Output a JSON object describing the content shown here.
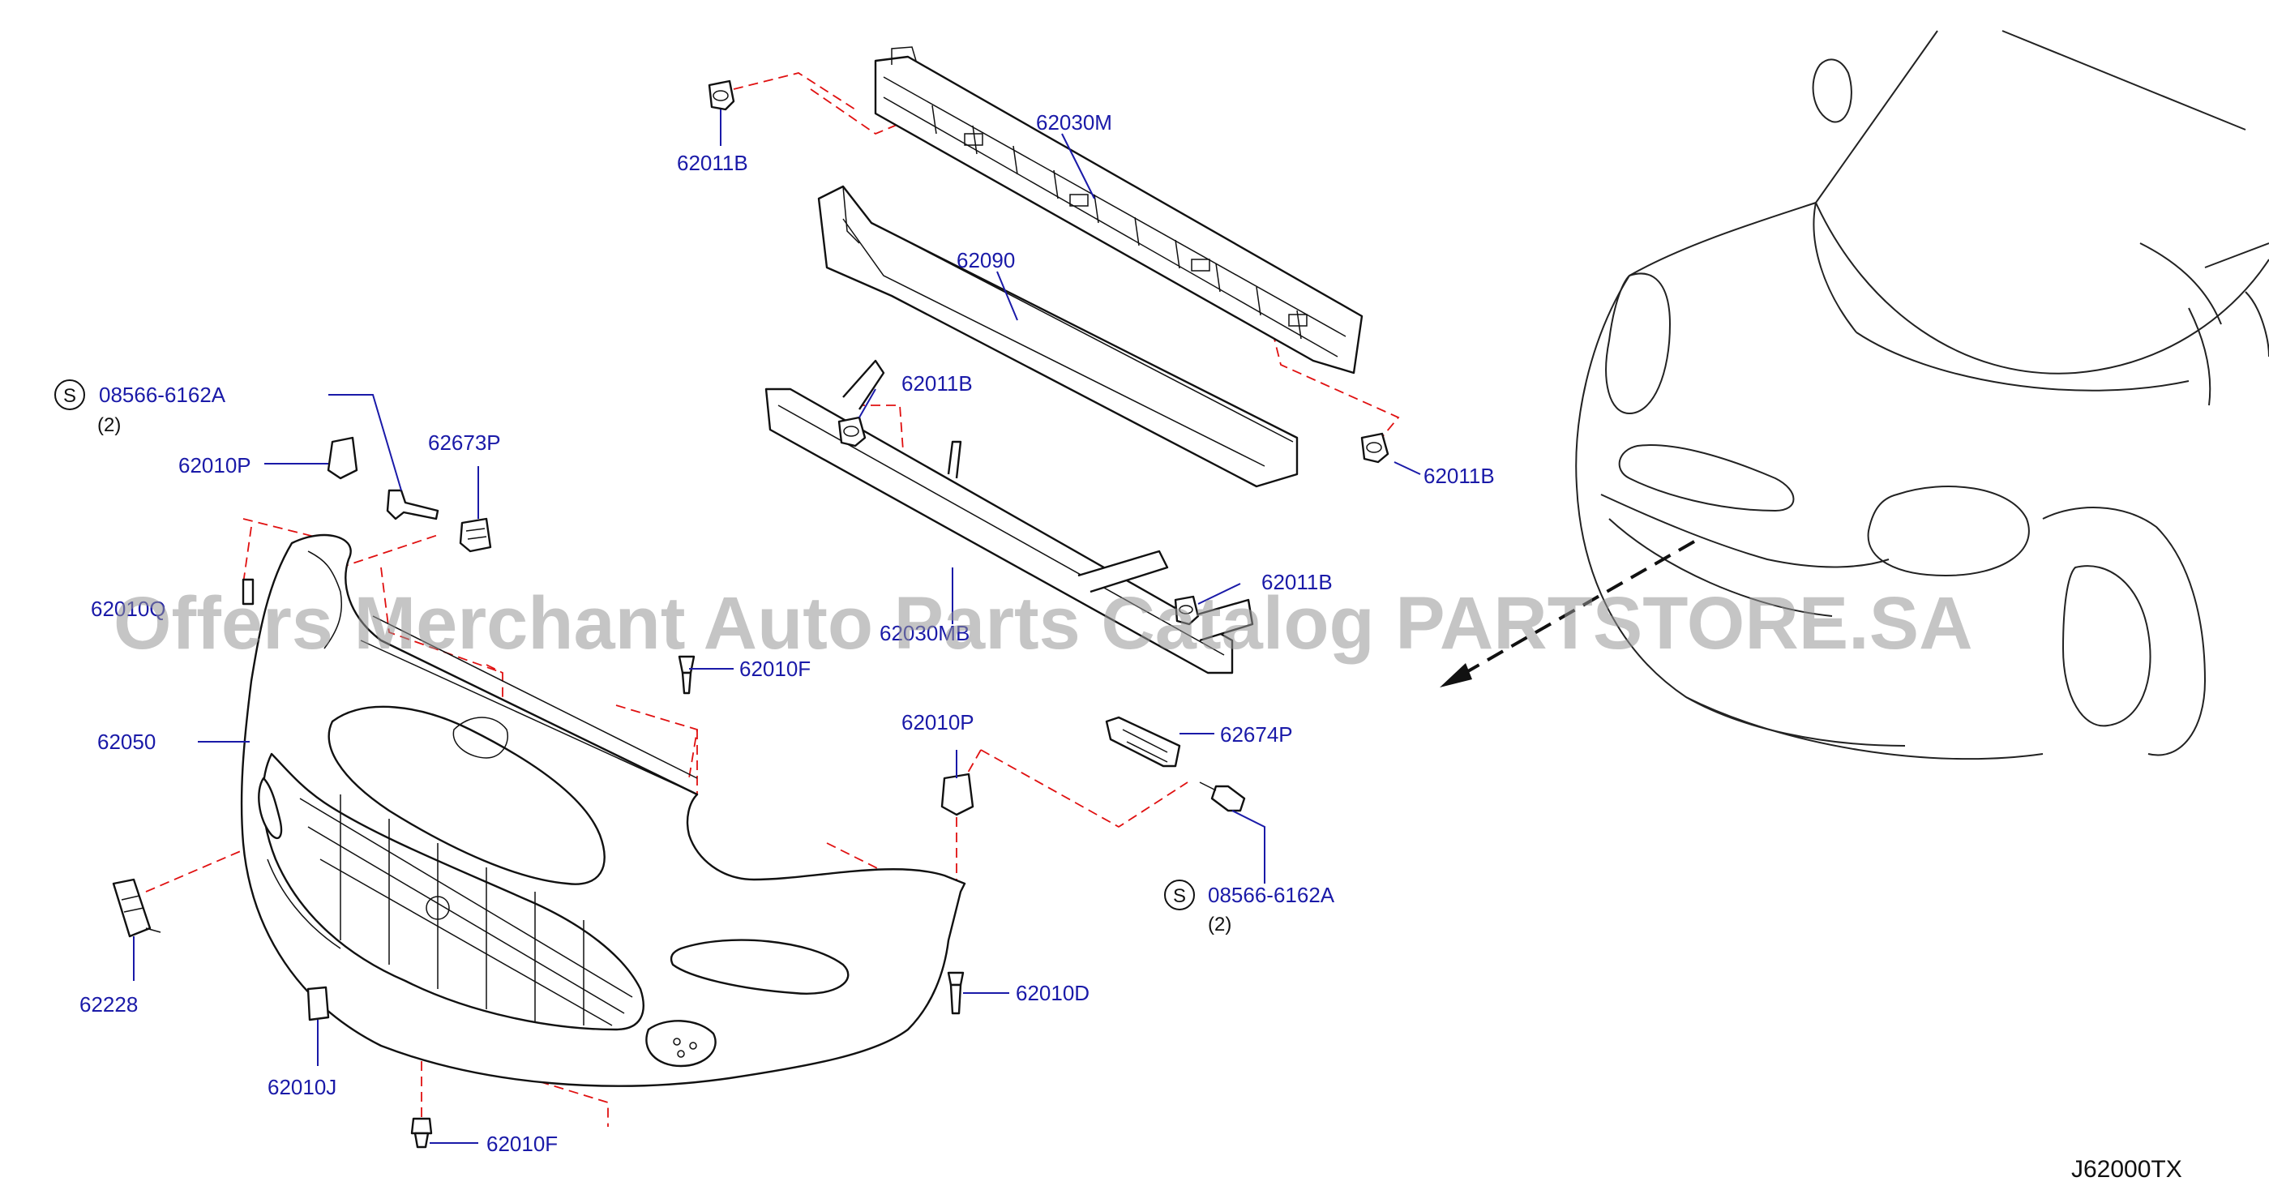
{
  "diagram": {
    "parts": {
      "p62011B_top": "62011B",
      "p62030M": "62030M",
      "p62090": "62090",
      "p62011B_mid": "62011B",
      "p62011B_right": "62011B",
      "p62011B_lower": "62011B",
      "p62030MB": "62030MB",
      "p08566_left": "08566-6162A",
      "p08566_left_qty": "(2)",
      "p62010P_left": "62010P",
      "p62673P": "62673P",
      "p62010Q": "62010Q",
      "p62010F_mid": "62010F",
      "p62050": "62050",
      "p62010P_right": "62010P",
      "p62674P": "62674P",
      "p08566_right": "08566-6162A",
      "p08566_right_qty": "(2)",
      "p62228": "62228",
      "p62010D": "62010D",
      "p62010J": "62010J",
      "p62010F_bottom": "62010F"
    },
    "s_symbol": "S",
    "diagram_code": "J62000TX",
    "watermark": "Offers Merchant Auto Parts Catalog PARTSTORE.SA"
  }
}
